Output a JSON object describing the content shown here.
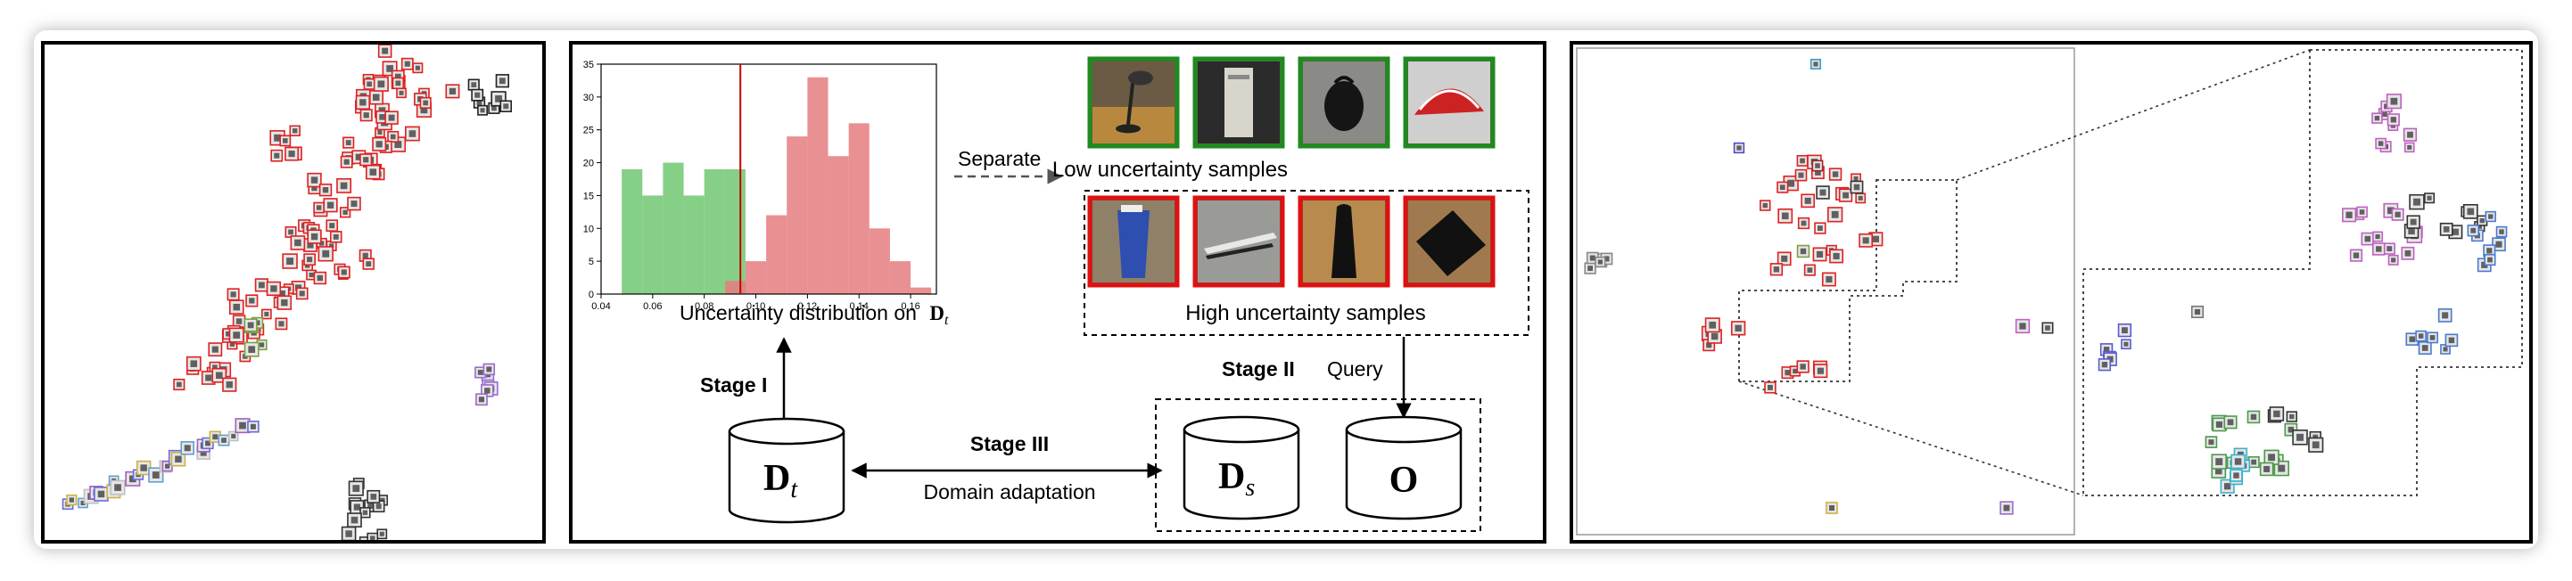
{
  "histogram": {
    "x_ticks": [
      "0.04",
      "0.06",
      "0.08",
      "0.10",
      "0.12",
      "0.14",
      "0.16"
    ],
    "y_ticks": [
      "0",
      "5",
      "10",
      "15",
      "20",
      "25",
      "30",
      "35"
    ],
    "caption": "Uncertainty distribution on",
    "caption_symbol": "D",
    "caption_sub": "t",
    "threshold": 0.094,
    "colors": {
      "low": "#7fcc7f",
      "high": "#e57d80",
      "threshold": "#cc0000"
    },
    "low_bins": [
      {
        "x0": 0.04,
        "x1": 0.048,
        "h": 0
      },
      {
        "x0": 0.048,
        "x1": 0.056,
        "h": 19
      },
      {
        "x0": 0.056,
        "x1": 0.064,
        "h": 15
      },
      {
        "x0": 0.064,
        "x1": 0.072,
        "h": 20
      },
      {
        "x0": 0.072,
        "x1": 0.08,
        "h": 15
      },
      {
        "x0": 0.08,
        "x1": 0.088,
        "h": 19
      },
      {
        "x0": 0.088,
        "x1": 0.096,
        "h": 19
      }
    ],
    "high_bins": [
      {
        "x0": 0.088,
        "x1": 0.096,
        "h": 2
      },
      {
        "x0": 0.096,
        "x1": 0.104,
        "h": 5
      },
      {
        "x0": 0.104,
        "x1": 0.112,
        "h": 12
      },
      {
        "x0": 0.112,
        "x1": 0.12,
        "h": 24
      },
      {
        "x0": 0.12,
        "x1": 0.128,
        "h": 33
      },
      {
        "x0": 0.128,
        "x1": 0.136,
        "h": 21
      },
      {
        "x0": 0.136,
        "x1": 0.144,
        "h": 26
      },
      {
        "x0": 0.144,
        "x1": 0.152,
        "h": 10
      },
      {
        "x0": 0.152,
        "x1": 0.16,
        "h": 5
      },
      {
        "x0": 0.16,
        "x1": 0.168,
        "h": 1
      }
    ]
  },
  "separate_label": "Separate",
  "low_caption": "Low uncertainty samples",
  "high_caption": "High uncertainty samples",
  "low_samples": [
    "lamp",
    "computer-tower",
    "backpack",
    "bike-helmet"
  ],
  "high_samples": [
    "trash-bin",
    "ruler",
    "tape-dispenser",
    "printer"
  ],
  "stage1_label": "Stage I",
  "stage2_label": "Stage II",
  "query_label": "Query",
  "stage3_label": "Stage III",
  "domain_adaptation_label": "Domain adaptation",
  "dt_symbol": "D",
  "dt_sub": "t",
  "ds_symbol": "D",
  "ds_sub": "s",
  "oracle_symbol": "O",
  "colors": {
    "low_border": "#1f8a1f",
    "high_border": "#e01010"
  }
}
